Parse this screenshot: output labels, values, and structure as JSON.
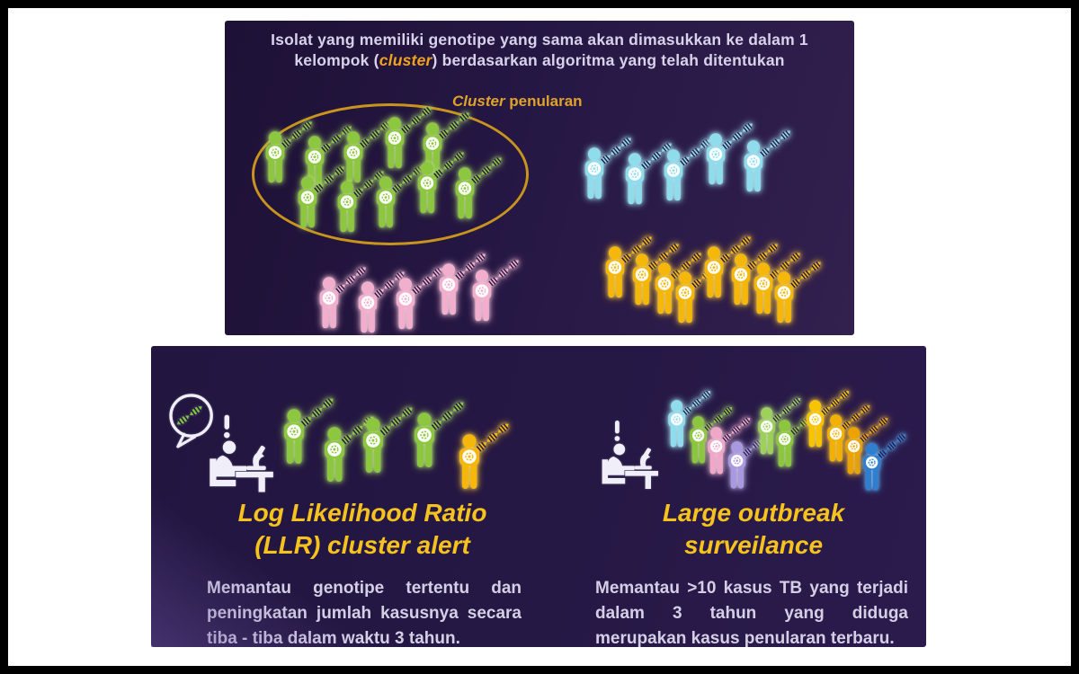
{
  "top_panel": {
    "title": {
      "line1": "Isolat yang memiliki genotipe yang sama akan dimasukkan ke dalam 1",
      "line2_pre": "kelompok (",
      "line2_highlight": "cluster",
      "line2_post": ") berdasarkan algoritma yang telah ditentukan"
    },
    "cluster_label": {
      "italic": "Cluster",
      "rest": " penularan"
    }
  },
  "bottom_panel": {
    "llr": {
      "title_line1": "Log Likelihood Ratio",
      "title_line2": "(LLR) cluster alert",
      "body": "Memantau genotipe tertentu dan peningkatan jumlah kasusnya secara tiba - tiba dalam waktu 3 tahun."
    },
    "outbreak": {
      "title_line1": "Large outbreak",
      "title_line2": "surveilance",
      "body": "Memantau >10 kasus TB yang terjadi dalam 3 tahun yang diduga merupakan kasus penularan terbaru."
    }
  },
  "people_groups": {
    "cluster_top_row": {
      "color": "#8dc63f",
      "count": 5
    },
    "cluster_bottom_row": {
      "color": "#8dc63f",
      "count": 5
    },
    "cyan_group": {
      "color": "#8fdcec",
      "count": 5
    },
    "pink_group": {
      "color": "#f2afcd",
      "count": 5
    },
    "gold_group_a": {
      "color": "#f4b70a",
      "count": 4
    },
    "gold_group_b": {
      "color": "#f4b70a",
      "count": 4
    },
    "llr_group": {
      "colors": [
        "#8dc63f",
        "#8dc63f",
        "#8dc63f",
        "#8dc63f",
        "#f4b70a"
      ]
    },
    "outbreak_group": {
      "colors": [
        "#8fdcec",
        "#8cc63e",
        "#f0a8c8",
        "#a99ae0",
        "#9ed05c",
        "#8cc63e",
        "#f8c301",
        "#f2b100",
        "#eca300",
        "#2f7fd1"
      ]
    }
  },
  "icons": {
    "person": "person-dna-icon",
    "speech_bubble": "speech-bubble-dna-icon",
    "analyst": "analyst-at-desk-with-microscope-icon",
    "exclamation": "exclamation-icon",
    "ellipse": "cluster-ellipse-outline"
  },
  "colors": {
    "accent_gold_title": "#f6c21e",
    "highlight_orange": "#efa31f",
    "ellipse_stroke": "#c9941d",
    "heading_text": "#d8d2ea",
    "body_text": "#d5cfe6",
    "panel_background": "#251743",
    "icon_white": "#f0eef8",
    "bubble_dna_green": "#7fc143"
  }
}
